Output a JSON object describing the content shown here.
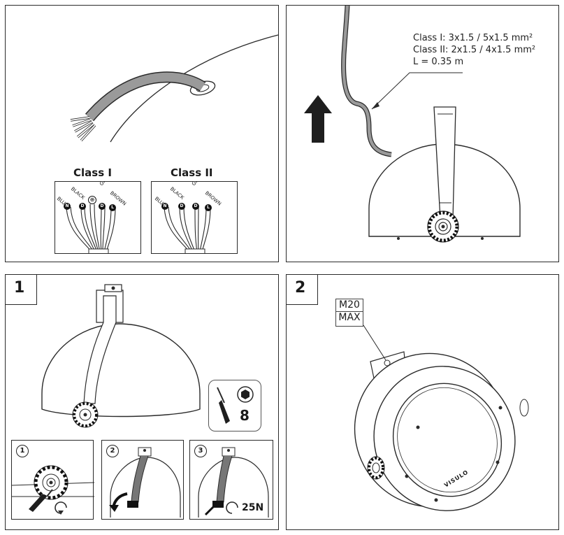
{
  "panel_top_left": {
    "class1_title": "Class I",
    "class2_title": "Class II",
    "class1_wires": [
      "BLUE",
      "BLACK",
      "GREY",
      "BROWN"
    ],
    "class2_wires": [
      "BLUE",
      "BLACK",
      "GREY",
      "BROWN"
    ],
    "class1_markers": [
      "N",
      "D",
      "⊕",
      "D",
      "L"
    ],
    "class2_markers": [
      "N",
      "D",
      "D",
      "L"
    ]
  },
  "panel_top_right": {
    "spec_lines": [
      "Class I:  3x1.5 / 5x1.5 mm²",
      "Class II: 2x1.5 / 4x1.5 mm²",
      "L = 0.35 m"
    ]
  },
  "panel_step1": {
    "step_number": "1",
    "tool_size": "8",
    "substeps": [
      "1",
      "2",
      "3"
    ],
    "torque": "25N"
  },
  "panel_step2": {
    "step_number": "2",
    "gland_label_line1": "M20",
    "gland_label_line2": "MAX",
    "brand": "VISULO"
  },
  "colors": {
    "stroke": "#2a2a2a",
    "cable": "#9a9a9a",
    "arrow": "#1e1e1e"
  }
}
